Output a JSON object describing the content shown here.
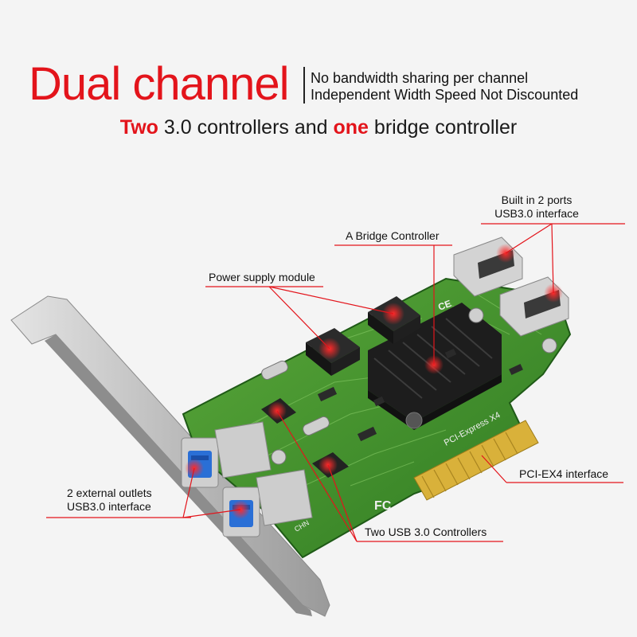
{
  "header": {
    "title": "Dual channel",
    "line1": "No bandwidth sharing per channel",
    "line2": "Independent Width Speed Not Discounted",
    "subtitle": {
      "word1": "Two",
      "text1": " 3.0 controllers and ",
      "word2": "one",
      "text2": " bridge controller"
    }
  },
  "callouts": {
    "ports_line1": "Built in 2 ports",
    "ports_line2": "USB3.0 interface",
    "bridge": "A Bridge Controller",
    "power": "Power supply module",
    "pcie": "PCI-EX4 interface",
    "external_line1": "2 external outlets",
    "external_line2": "USB3.0 interface",
    "controllers": "Two USB 3.0 Controllers"
  },
  "board_text": {
    "pci_express": "PCI-Express X4",
    "fcc": "FC",
    "ce": "CE",
    "chn": "CHN"
  },
  "colors": {
    "accent_red": "#e3141b",
    "pcb_green": "#3e8c2a",
    "heatsink": "#1d1d1d",
    "bracket": "#c9c9c9",
    "gold": "#d9b13a",
    "usb_blue": "#2a6fd6"
  }
}
